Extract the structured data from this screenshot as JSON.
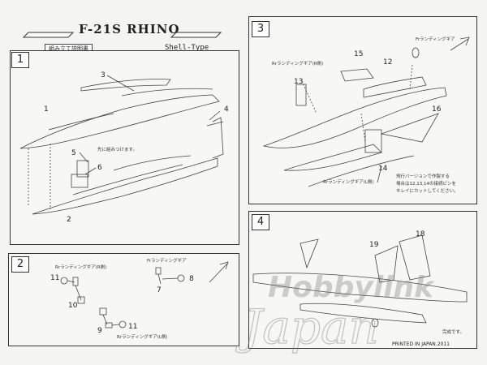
{
  "header": {
    "title": "F-21S RHINO",
    "subtitle": "組み立て説明書",
    "type": "Shell-Type"
  },
  "steps": [
    {
      "number": "1",
      "parts": [
        "1",
        "2",
        "3",
        "4",
        "5",
        "6"
      ],
      "note": "先に組みつけます。"
    },
    {
      "number": "2",
      "parts": [
        "7",
        "8",
        "9",
        "10",
        "11",
        "11"
      ],
      "labels": [
        "Rrランディングギア(R側)",
        "Frランディングギア",
        "Rrランディングギア(L側)"
      ]
    },
    {
      "number": "3",
      "parts": [
        "12",
        "13",
        "14",
        "15",
        "16"
      ],
      "labels": [
        "Frランディングギア",
        "Rrランディングギア(R側)",
        "Rrランディングギア(L側)"
      ],
      "note": [
        "飛行バージョンで作製する",
        "場合は12,13,14の接続ピンを",
        "キレイにカットしてください。"
      ]
    },
    {
      "number": "4",
      "parts": [
        "18",
        "19"
      ],
      "note": "完成です。"
    }
  ],
  "footer": {
    "printed": "PRINTED IN JAPAN.2011"
  },
  "watermark": {
    "line1": "Hobbylink",
    "line2": "Japan"
  }
}
